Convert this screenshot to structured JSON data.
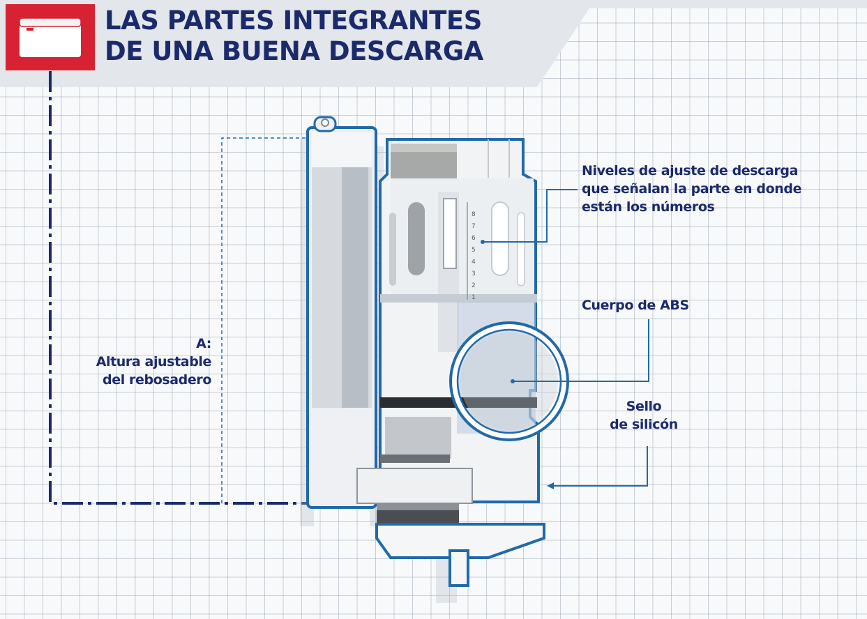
{
  "title": {
    "line1": "LAS PARTES INTEGRANTES",
    "line2": "DE UNA BUENA DESCARGA"
  },
  "icons": {
    "header": "tank-lid-icon"
  },
  "labels": {
    "a": {
      "line1": "A:",
      "line2": "Altura ajustable",
      "line3": "del rebosadero"
    },
    "niveles": {
      "line1": "Niveles de ajuste de descarga",
      "line2": "que señalan la parte en donde",
      "line3": "están los números"
    },
    "cuerpo": "Cuerpo de ABS",
    "sello": {
      "line1": "Sello",
      "line2": "de silicón"
    }
  },
  "scale": {
    "marks": [
      "8",
      "7",
      "6",
      "5",
      "4",
      "3",
      "2",
      "1"
    ]
  },
  "colors": {
    "navy": "#1b2a6b",
    "red": "#d62232",
    "outline_blue": "#2169a8",
    "grid": "#a0acb9",
    "header_band": "#e3e6ea"
  }
}
